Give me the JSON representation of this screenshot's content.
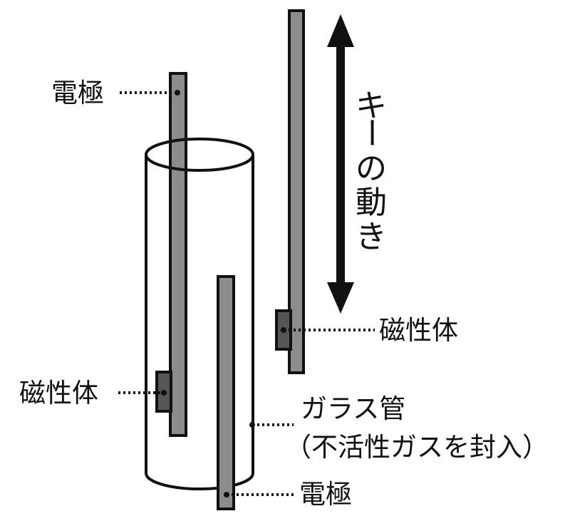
{
  "labels": {
    "electrode_top": "電極",
    "electrode_bottom": "電極",
    "magnet_left": "磁性体",
    "magnet_right": "磁性体",
    "glass_tube": "ガラス管",
    "glass_tube_note": "（不活性ガスを封入）",
    "key_motion": [
      "キ",
      "ー",
      "の",
      "動",
      "き"
    ]
  },
  "colors": {
    "outline": "#111111",
    "rod_fill": "#8c8c8c",
    "magnet_fill": "#555555",
    "arrow": "#111111",
    "background": "#ffffff"
  }
}
